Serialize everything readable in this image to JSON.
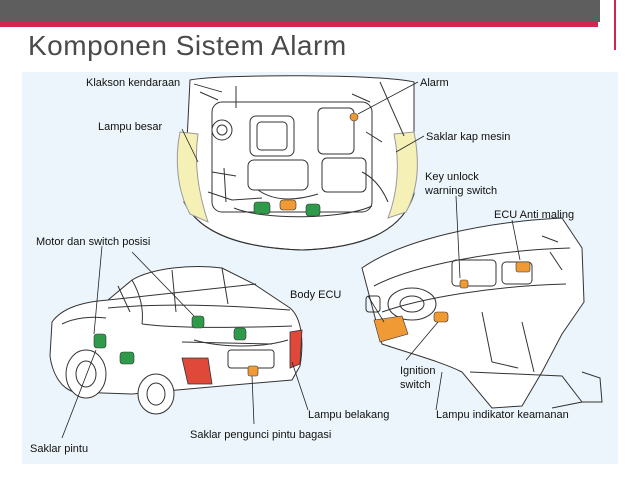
{
  "slide": {
    "title": "Komponen Sistem Alarm"
  },
  "diagram": {
    "background": "#ecf5fb",
    "accent_colors": {
      "topbar": "#5e5e5e",
      "accent_bar": "#d6234f",
      "headlight": "#f4f0b6",
      "taillight": "#e0483a",
      "component_orange": "#f09a35",
      "component_green": "#2f9a4a"
    },
    "labels": {
      "klakson": "Klakson kendaraan",
      "lampu_besar": "Lampu besar",
      "alarm": "Alarm",
      "saklar_kap": "Saklar kap mesin",
      "key_unlock_1": "Key unlock",
      "key_unlock_2": "warning switch",
      "ecu_anti": "ECU Anti maling",
      "motor_switch": "Motor dan switch posisi",
      "body_ecu": "Body ECU",
      "ignition_1": "Ignition",
      "ignition_2": "switch",
      "lampu_belakang": "Lampu belakang",
      "lampu_indikator": "Lampu indikator keamanan",
      "saklar_pengunci": "Saklar pengunci pintu bagasi",
      "saklar_pintu": "Saklar pintu"
    }
  }
}
